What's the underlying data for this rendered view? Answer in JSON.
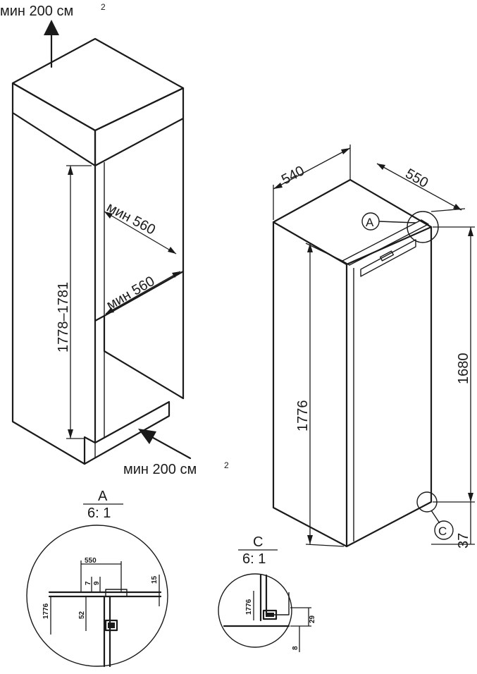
{
  "labels": {
    "vent_top": "мин 200 см",
    "vent_bottom": "мин 200 см",
    "vent_sup": "2",
    "depth_upper": "мин 560",
    "depth_lower": "мин 560",
    "niche_height": "1778–1781",
    "appliance_depth": "540",
    "appliance_width": "550",
    "appliance_height": "1776",
    "hinge_height": "1680",
    "bottom_gap": "37",
    "callout_a": "A",
    "callout_c": "C"
  },
  "detail_a": {
    "title": "A",
    "scale": "6: 1",
    "dim_550": "550",
    "dim_7": "7",
    "dim_9": "9",
    "dim_15": "15",
    "dim_1776": "1776",
    "dim_52": "52"
  },
  "detail_c": {
    "title": "C",
    "scale": "6: 1",
    "dim_1776": "1776",
    "dim_29": "29",
    "dim_8": "8"
  }
}
